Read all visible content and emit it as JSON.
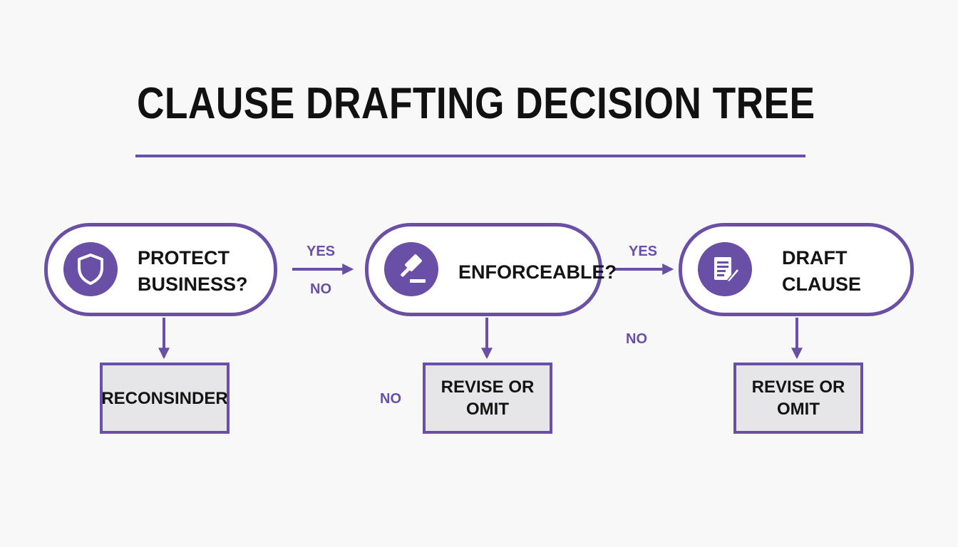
{
  "title": "CLAUSE DRAFTING DECISION TREE",
  "accent_color": "#6a4fa6",
  "nodes": [
    {
      "label": "PROTECT\nBUSINESS?",
      "icon": "shield-icon"
    },
    {
      "label": "ENFORCEABLE?",
      "icon": "gavel-icon"
    },
    {
      "label": "DRAFT\nCLAUSE",
      "icon": "document-pen-icon"
    }
  ],
  "outcomes": [
    {
      "label": "RECONSINDER"
    },
    {
      "label": "REVISE OR\nOMIT"
    },
    {
      "label": "REVISE OR\nOMIT"
    }
  ],
  "edge_labels": {
    "yes_1": "YES",
    "no_1": "NO",
    "yes_2": "YES",
    "no_2": "NO",
    "no_3": "NO"
  }
}
